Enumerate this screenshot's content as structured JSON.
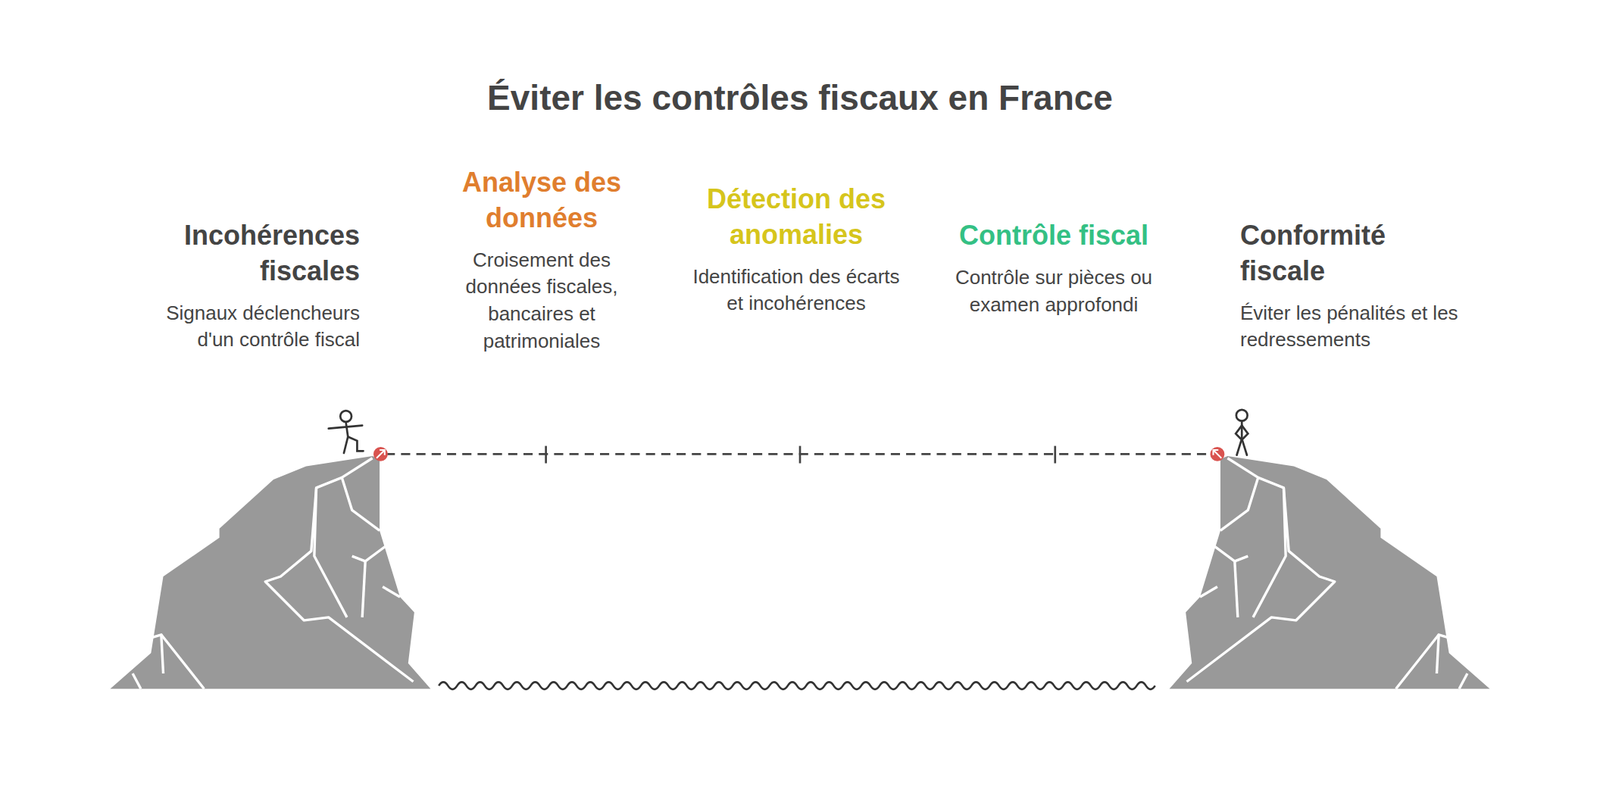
{
  "diagram": {
    "title": "Éviter les contrôles fiscaux en France",
    "nodes": [
      {
        "text": [
          "Incohérences fiscales",
          "Signaux déclencheurs d'un contrôle fiscal"
        ]
      },
      {
        "text": [
          "Analyse des données",
          "Croisement des données fiscales, bancaires et patrimoniales"
        ]
      },
      {
        "text": [
          "Détection des anomalies",
          "Identification des écarts et incohérences"
        ]
      },
      {
        "text": [
          "Contrôle fiscal",
          "Contrôle sur pièces ou examen approfondi"
        ]
      },
      {
        "text": [
          "Conformité fiscale",
          "Éviter les pénalités et les redressements"
        ]
      }
    ],
    "edges": []
  }
}
